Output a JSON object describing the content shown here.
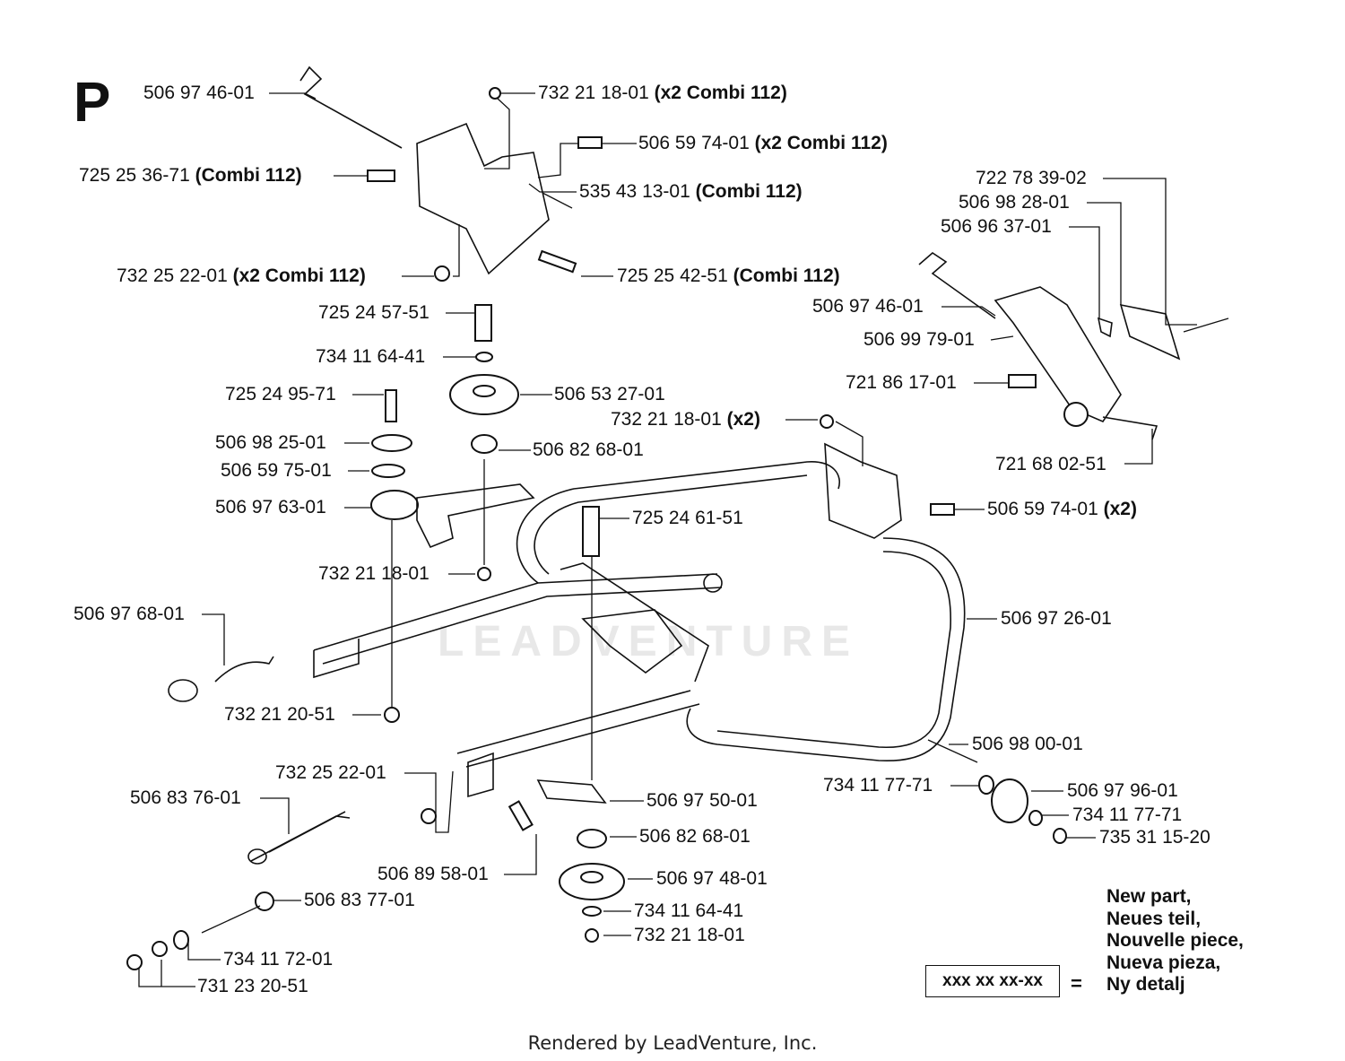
{
  "section_letter": "P",
  "labels": [
    {
      "id": "l01",
      "part": "506 97 46-01",
      "note": ""
    },
    {
      "id": "l02",
      "part": "732 21 18-01",
      "note": "(x2 Combi 112)"
    },
    {
      "id": "l03",
      "part": "506 59 74-01",
      "note": "(x2 Combi 112)"
    },
    {
      "id": "l04",
      "part": "725 25 36-71",
      "note": "(Combi 112)"
    },
    {
      "id": "l05",
      "part": "535 43 13-01",
      "note": "(Combi 112)"
    },
    {
      "id": "l06",
      "part": "732 25 22-01",
      "note": "(x2 Combi 112)"
    },
    {
      "id": "l07",
      "part": "725 25 42-51",
      "note": "(Combi 112)"
    },
    {
      "id": "l08",
      "part": "725 24 57-51",
      "note": ""
    },
    {
      "id": "l09",
      "part": "734 11 64-41",
      "note": ""
    },
    {
      "id": "l10",
      "part": "725 24 95-71",
      "note": ""
    },
    {
      "id": "l11",
      "part": "506 53 27-01",
      "note": ""
    },
    {
      "id": "l12",
      "part": "506 98 25-01",
      "note": ""
    },
    {
      "id": "l13",
      "part": "506 82 68-01",
      "note": ""
    },
    {
      "id": "l14",
      "part": "506 59 75-01",
      "note": ""
    },
    {
      "id": "l15",
      "part": "506 97 63-01",
      "note": ""
    },
    {
      "id": "l16",
      "part": "732 21 18-01",
      "note": ""
    },
    {
      "id": "l17",
      "part": "725 24 61-51",
      "note": ""
    },
    {
      "id": "l18",
      "part": "506 97 68-01",
      "note": ""
    },
    {
      "id": "l19",
      "part": "732 21 20-51",
      "note": ""
    },
    {
      "id": "l20",
      "part": "506 97 26-01",
      "note": ""
    },
    {
      "id": "l21",
      "part": "722 78 39-02",
      "note": ""
    },
    {
      "id": "l22",
      "part": "506 98 28-01",
      "note": ""
    },
    {
      "id": "l23",
      "part": "506 96 37-01",
      "note": ""
    },
    {
      "id": "l24",
      "part": "506 97 46-01",
      "note": ""
    },
    {
      "id": "l25",
      "part": "506 99 79-01",
      "note": ""
    },
    {
      "id": "l26",
      "part": "721 86 17-01",
      "note": ""
    },
    {
      "id": "l27",
      "part": "732 21 18-01",
      "note": "(x2)"
    },
    {
      "id": "l28",
      "part": "721 68 02-51",
      "note": ""
    },
    {
      "id": "l29",
      "part": "506 59 74-01",
      "note": "(x2)"
    },
    {
      "id": "l30",
      "part": "732 25 22-01",
      "note": ""
    },
    {
      "id": "l31",
      "part": "506 83 76-01",
      "note": ""
    },
    {
      "id": "l32",
      "part": "506 97 50-01",
      "note": ""
    },
    {
      "id": "l33",
      "part": "506 82 68-01",
      "note": ""
    },
    {
      "id": "l34",
      "part": "506 89 58-01",
      "note": ""
    },
    {
      "id": "l35",
      "part": "506 97 48-01",
      "note": ""
    },
    {
      "id": "l36",
      "part": "506 83 77-01",
      "note": ""
    },
    {
      "id": "l37",
      "part": "734 11 64-41",
      "note": ""
    },
    {
      "id": "l38",
      "part": "732 21 18-01",
      "note": ""
    },
    {
      "id": "l39",
      "part": "734 11 72-01",
      "note": ""
    },
    {
      "id": "l40",
      "part": "731 23 20-51",
      "note": ""
    },
    {
      "id": "l41",
      "part": "506 98 00-01",
      "note": ""
    },
    {
      "id": "l42",
      "part": "734 11 77-71",
      "note": ""
    },
    {
      "id": "l43",
      "part": "506 97 96-01",
      "note": ""
    },
    {
      "id": "l44",
      "part": "734 11 77-71",
      "note": ""
    },
    {
      "id": "l45",
      "part": "735 31 15-20",
      "note": ""
    }
  ],
  "legend": {
    "box_text": "xxx xx xx-xx",
    "equals": "=",
    "lines": [
      "New part,",
      "Neues teil,",
      "Nouvelle piece,",
      "Nueva pieza,",
      "Ny detalj"
    ]
  },
  "watermark": "LEADVENTURE",
  "footer": "Rendered by LeadVenture, Inc."
}
